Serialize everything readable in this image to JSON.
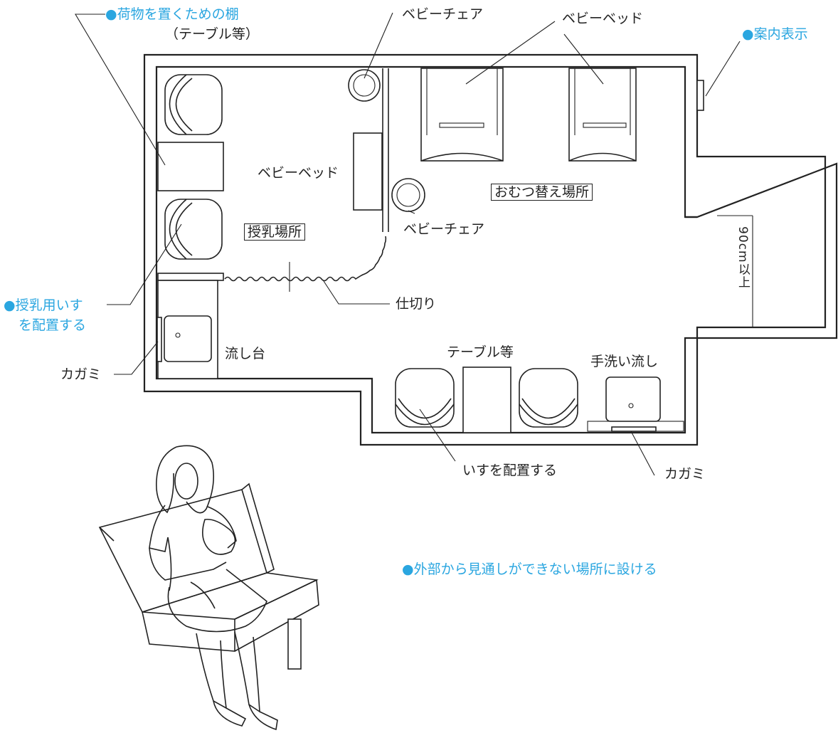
{
  "labels": {
    "shelf_note": "●荷物を置くための棚",
    "shelf_note_sub": "（テーブル等）",
    "baby_chair_top": "ベビーチェア",
    "baby_bed_top": "ベビーベッド",
    "signage_note": "●案内表示",
    "baby_bed_left": "ベビーベッド",
    "diaper_area": "おむつ替え場所",
    "nursing_area": "授乳場所",
    "baby_chair_mid": "ベビーチェア",
    "width_note": "90cm以上",
    "nursing_chair_note_1": "●授乳用いす",
    "nursing_chair_note_2": "を配置する",
    "partition": "仕切り",
    "mirror_left": "カガミ",
    "sink": "流し台",
    "table_etc": "テーブル等",
    "hand_sink": "手洗い流し",
    "chairs_note": "いすを配置する",
    "mirror_right": "カガミ",
    "bottom_note": "●外部から見通しができない場所に設ける"
  },
  "colors": {
    "note_blue": "#2aa6e0",
    "line": "#222222"
  }
}
